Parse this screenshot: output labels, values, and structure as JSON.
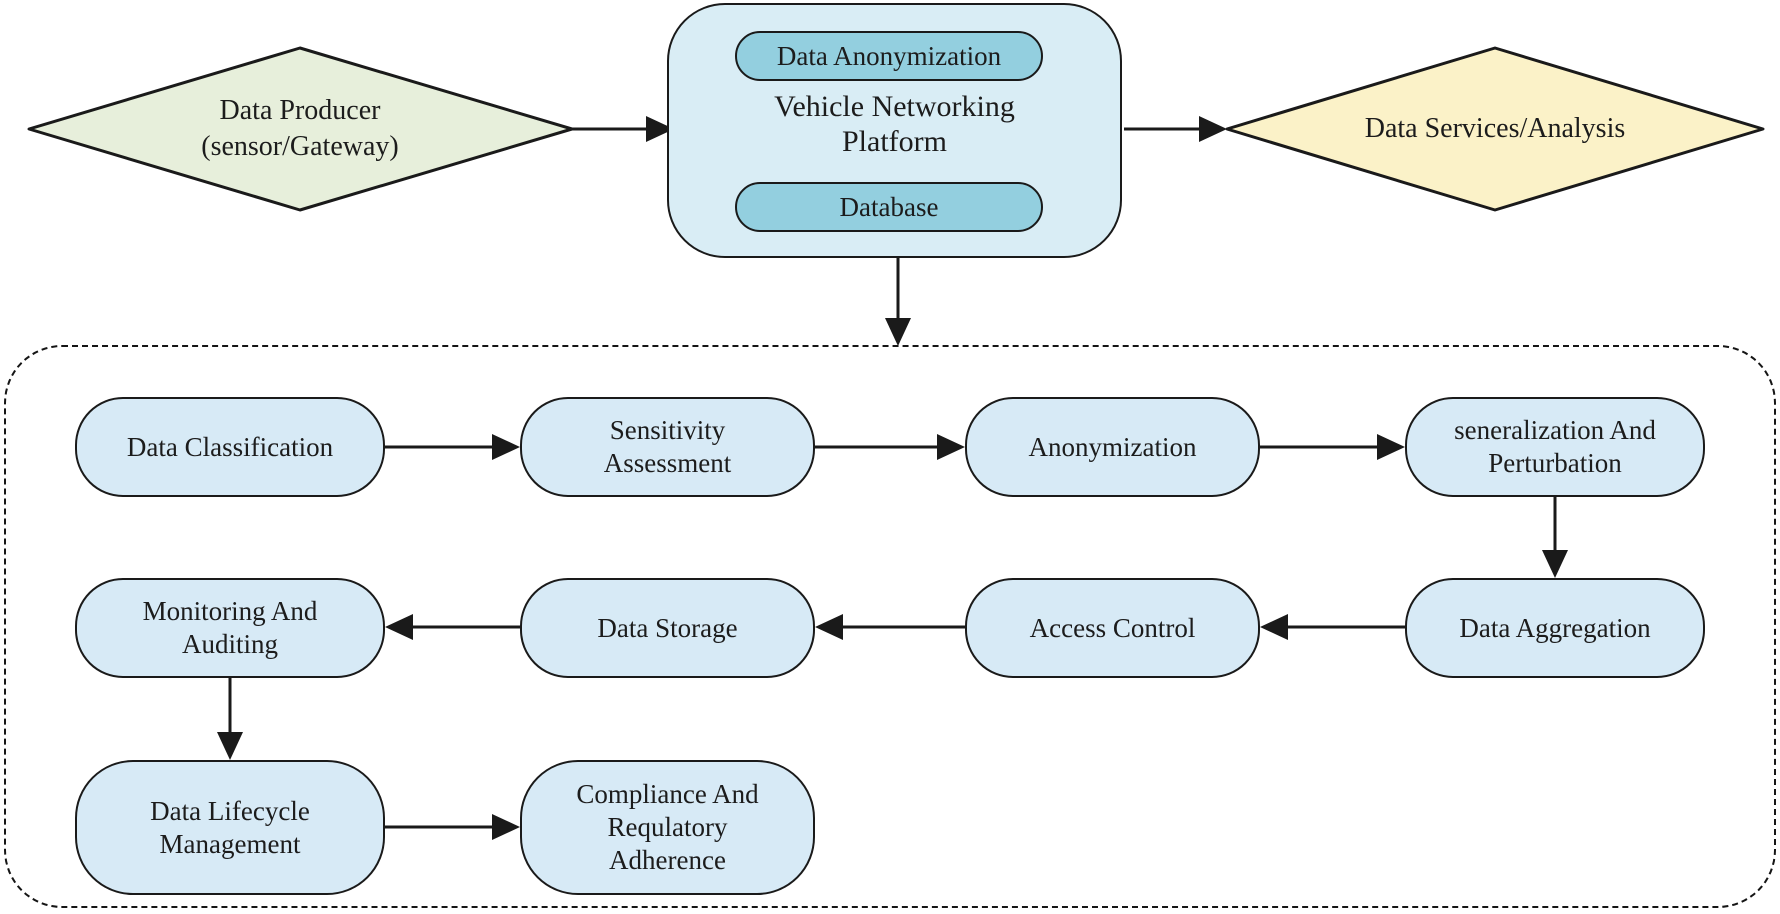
{
  "top_row": {
    "producer_label": "Data Producer\n(sensor/Gateway)",
    "platform": {
      "module_top": "Data Anonymization",
      "title": "Vehicle Networking\nPlatform",
      "module_bottom": "Database"
    },
    "services_label": "Data Services/Analysis"
  },
  "pipeline": {
    "row1": [
      "Data Classification",
      "Sensitivity\nAssessment",
      "Anonymization",
      "seneralization And\nPerturbation"
    ],
    "row2": [
      "Monitoring And\nAuditing",
      "Data Storage",
      "Access Control",
      "Data Aggregation"
    ],
    "row3": [
      "Data Lifecycle\nManagement",
      "Compliance And\nRequlatory\nAdherence"
    ]
  },
  "colors": {
    "producer_fill": "#e7efdb",
    "services_fill": "#fbf2c8",
    "platform_fill": "#d9edf5",
    "module_fill": "#93cfdf",
    "process_fill": "#d7eaf6",
    "stroke": "#1a1a1a"
  }
}
